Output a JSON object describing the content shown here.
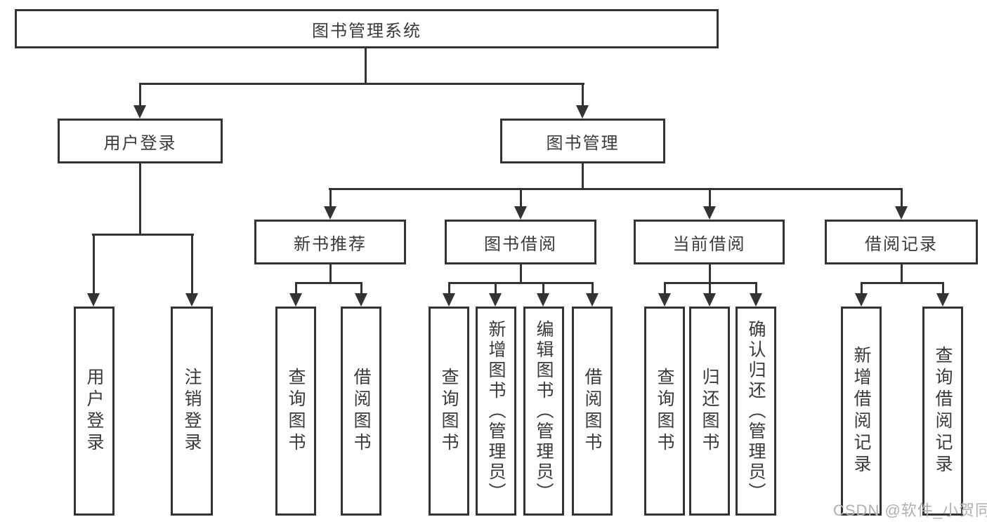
{
  "title": "图书管理系统",
  "tree": {
    "root": {
      "label": "图书管理系统"
    },
    "branches": [
      {
        "label": "用户登录",
        "children": [
          {
            "label": "用户登录"
          },
          {
            "label": "注销登录"
          }
        ]
      },
      {
        "label": "图书管理",
        "children": [
          {
            "label": "新书推荐",
            "children": [
              {
                "label": "查询图书"
              },
              {
                "label": "借阅图书"
              }
            ]
          },
          {
            "label": "图书借阅",
            "children": [
              {
                "label": "查询图书"
              },
              {
                "label": "新增图书（管理员）"
              },
              {
                "label": "编辑图书（管理员）"
              },
              {
                "label": "借阅图书"
              }
            ]
          },
          {
            "label": "当前借阅",
            "children": [
              {
                "label": "查询图书"
              },
              {
                "label": "归还图书"
              },
              {
                "label": "确认归还（管理员）"
              }
            ]
          },
          {
            "label": "借阅记录",
            "children": [
              {
                "label": "新增借阅记录"
              },
              {
                "label": "查询借阅记录"
              }
            ]
          }
        ]
      }
    ]
  },
  "watermark": {
    "text": "CSDN @软件_小贺同学",
    "color": "#b0b0b0"
  },
  "colors": {
    "line": "#333333",
    "text": "#3a3a3a",
    "background": "#ffffff"
  }
}
